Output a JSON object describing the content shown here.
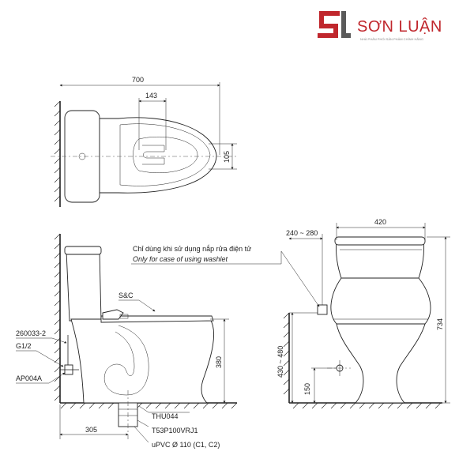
{
  "brand": {
    "name": "SƠN LUẬN",
    "tagline": "NHÀ PHÂN PHỐI SẢN PHẨM CHÍNH HÃNG",
    "colors": {
      "primary": "#c0272d",
      "secondary": "#5a5a5a"
    }
  },
  "top_view": {
    "dim_overall": "700",
    "dim_center": "143",
    "dim_side": "105"
  },
  "side_view": {
    "note_vi": "Chỉ dùng khi sử dụng nắp rửa điện tử",
    "note_en": "Only for case of using washlet",
    "label_seat": "S&C",
    "label_part1": "260033-2",
    "label_thread": "G1/2",
    "label_valve": "AP004A",
    "dim_height": "380",
    "dim_offset": "305",
    "label_flange": "THU044",
    "label_adapter": "T53P100VRJ1",
    "label_pipe": "uPVC Ø 110 (C1, C2)"
  },
  "front_view": {
    "dim_width": "420",
    "dim_outlet_range": "240 ~ 280",
    "dim_total_height": "734",
    "dim_outlet_height": "430 ~ 480",
    "dim_supply_height": "150"
  }
}
